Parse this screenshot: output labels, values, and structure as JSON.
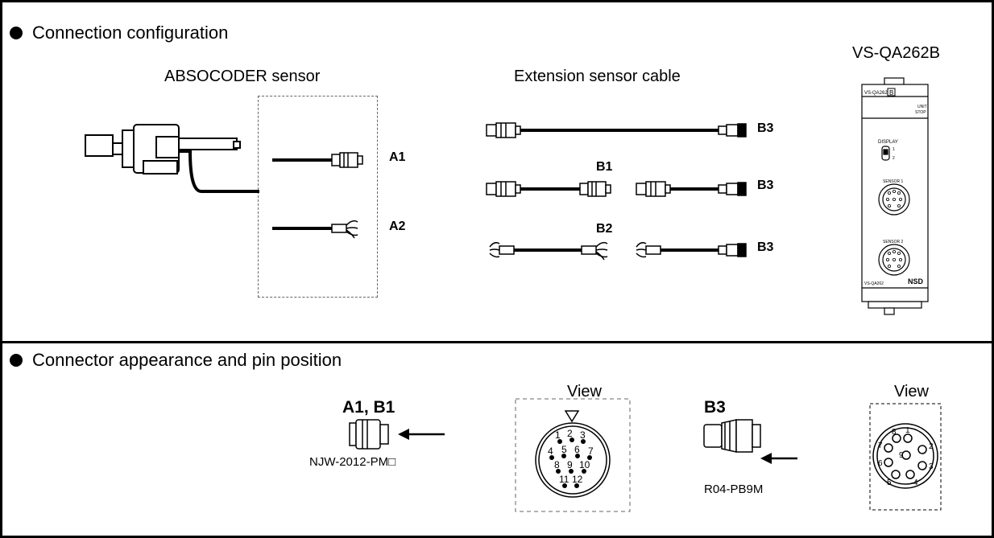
{
  "sections": {
    "connection": {
      "title": "Connection configuration"
    },
    "connector": {
      "title": "Connector appearance and pin position"
    }
  },
  "labels": {
    "sensor": "ABSOCODER sensor",
    "cable": "Extension sensor cable",
    "unit_model": "VS-QA262B"
  },
  "codes": {
    "a1": "A1",
    "a2": "A2",
    "b1": "B1",
    "b2": "B2",
    "b3_row1": "B3",
    "b3_row2": "B3",
    "b3_row3": "B3"
  },
  "unit": {
    "top_label": "VS-QA262",
    "top_badge": "B",
    "unit_stop": "UNIT\nSTOP",
    "unit_word": "UNIT",
    "stop_word": "STOP",
    "display": "DISPLAY",
    "switch_pos1": "1",
    "switch_pos2": "2",
    "sensor1": "SENSOR 1",
    "sensor2": "SENSOR 2",
    "bottom_label": "VS-QA262",
    "logo": "NSD"
  },
  "connector": {
    "left": {
      "codes": "A1,  B1",
      "part": "NJW-2012-PM□",
      "view": "View",
      "pins": [
        "1",
        "2",
        "3",
        "4",
        "5",
        "6",
        "7",
        "8",
        "9",
        "10",
        "11",
        "12"
      ]
    },
    "right": {
      "code": "B3",
      "part": "R04-PB9M",
      "view": "View",
      "pins": [
        "1",
        "2",
        "3",
        "4",
        "5",
        "6",
        "7",
        "8",
        "9"
      ]
    }
  }
}
